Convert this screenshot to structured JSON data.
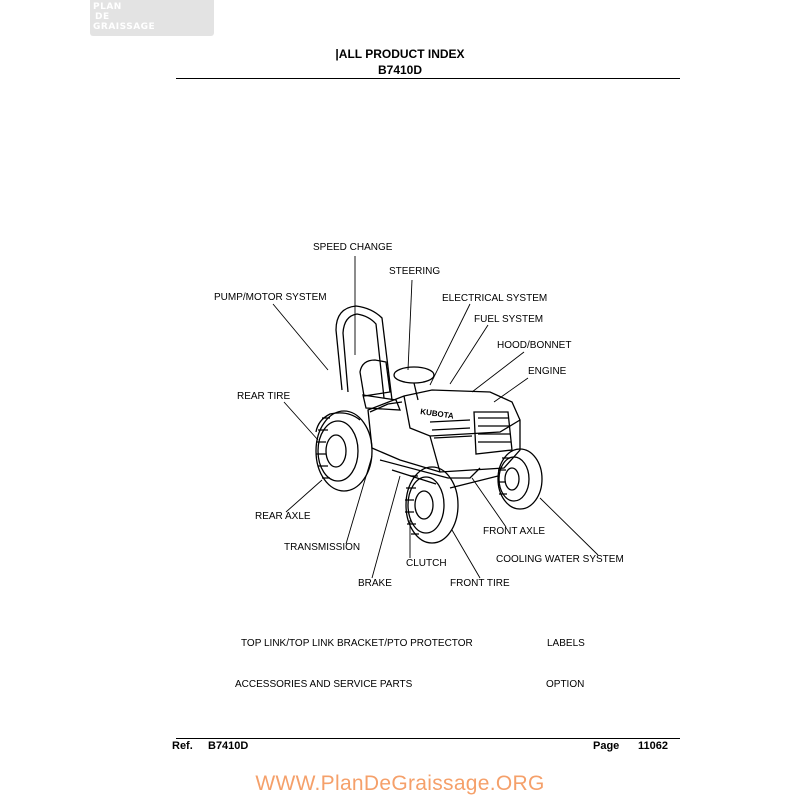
{
  "logo": {
    "line1": "PLAN",
    "line2": "DE",
    "line3": "GRAISSAGE"
  },
  "header": {
    "title": "|ALL PRODUCT INDEX",
    "model": "B7410D"
  },
  "callouts": {
    "speed_change": "SPEED CHANGE",
    "steering": "STEERING",
    "pump_motor": "PUMP/MOTOR SYSTEM",
    "electrical": "ELECTRICAL SYSTEM",
    "fuel": "FUEL SYSTEM",
    "hood": "HOOD/BONNET",
    "engine": "ENGINE",
    "rear_tire": "REAR TIRE",
    "rear_axle": "REAR AXLE",
    "transmission": "TRANSMISSION",
    "brake": "BRAKE",
    "clutch": "CLUTCH",
    "front_tire": "FRONT TIRE",
    "front_axle": "FRONT AXLE",
    "cooling": "COOLING WATER SYSTEM"
  },
  "sections": {
    "top_link": "TOP LINK/TOP LINK BRACKET/PTO PROTECTOR",
    "labels": "LABELS",
    "accessories": "ACCESSORIES AND SERVICE PARTS",
    "option": "OPTION"
  },
  "tractor_brand": "KUBOTA",
  "footer": {
    "ref_label": "Ref.",
    "ref_value": "B7410D",
    "page_label": "Page",
    "page_value": "11062"
  },
  "watermark": "WWW.PlanDeGraissage.ORG"
}
